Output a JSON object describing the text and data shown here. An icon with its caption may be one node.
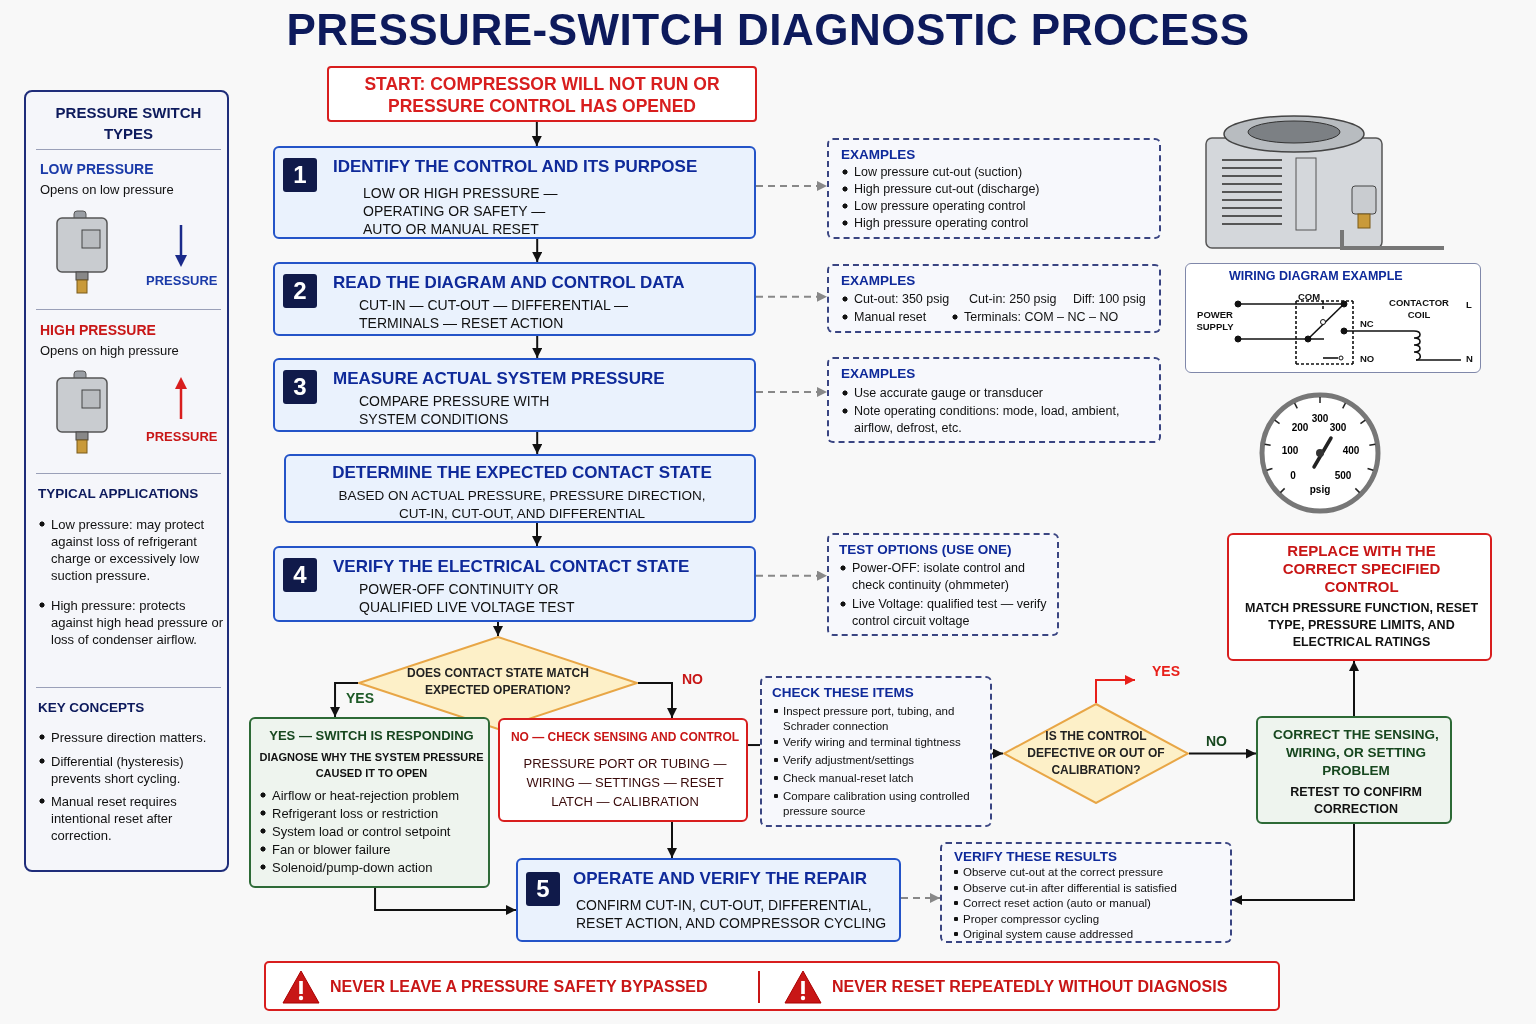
{
  "diagram": {
    "title": "PRESSURE-SWITCH DIAGNOSTIC PROCESS",
    "nodes": [
      {
        "text": [
          "START: COMPRESSOR WILL NOT RUN OR PRESSURE CONTROL HAS OPENED"
        ]
      },
      {
        "text": [
          "1",
          "IDENTIFY THE CONTROL AND ITS PURPOSE",
          "LOW OR HIGH PRESSURE — OPERATING OR SAFETY — AUTO OR MANUAL RESET"
        ]
      },
      {
        "text": [
          "EXAMPLES",
          "Low pressure cut-out (suction)",
          "High pressure cut-out (discharge)",
          "Low pressure operating control",
          "High pressure operating control"
        ]
      },
      {
        "text": [
          "2",
          "READ THE DIAGRAM AND CONTROL DATA",
          "CUT-IN — CUT-OUT — DIFFERENTIAL — TERMINALS — RESET ACTION"
        ]
      },
      {
        "text": [
          "EXAMPLES",
          "Cut-out: 350 psig",
          "Cut-in: 250 psig",
          "Diff: 100 psig",
          "Manual reset",
          "Terminals: COM – NC – NO"
        ]
      },
      {
        "text": [
          "3",
          "MEASURE ACTUAL SYSTEM PRESSURE",
          "COMPARE PRESSURE WITH SYSTEM CONDITIONS"
        ]
      },
      {
        "text": [
          "EXAMPLES",
          "Use accurate gauge or transducer",
          "Note operating conditions: mode, load, ambient, airflow, defrost, etc."
        ]
      },
      {
        "text": [
          "DETERMINE THE EXPECTED CONTACT STATE",
          "BASED ON ACTUAL PRESSURE, PRESSURE DIRECTION, CUT-IN, CUT-OUT, AND DIFFERENTIAL"
        ]
      },
      {
        "text": [
          "4",
          "VERIFY THE ELECTRICAL CONTACT STATE",
          "POWER-OFF CONTINUITY OR QUALIFIED LIVE VOLTAGE TEST"
        ]
      },
      {
        "text": [
          "TEST OPTIONS (USE ONE)",
          "Power-OFF: isolate control and check continuity (ohmmeter)",
          "Live Voltage: qualified test — verify control circuit voltage"
        ]
      },
      {
        "text": [
          "DOES CONTACT STATE MATCH EXPECTED OPERATION?"
        ]
      },
      {
        "text": [
          "YES — SWITCH IS RESPONDING",
          "DIAGNOSE WHY THE SYSTEM PRESSURE CAUSED IT TO OPEN",
          "Airflow or heat-rejection problem",
          "Refrigerant loss or restriction",
          "System load or control setpoint",
          "Fan or blower failure",
          "Solenoid/pump-down action"
        ]
      },
      {
        "text": [
          "NO — CHECK SENSING AND CONTROL",
          "PRESSURE PORT OR TUBING — WIRING — SETTINGS — RESET LATCH — CALIBRATION"
        ]
      },
      {
        "text": [
          "CHECK THESE ITEMS",
          "Inspect pressure port, tubing, and Schrader connection",
          "Verify wiring and terminal tightness",
          "Verify adjustment/settings",
          "Check manual-reset latch",
          "Compare calibration using controlled pressure source"
        ]
      },
      {
        "text": [
          "IS THE CONTROL DEFECTIVE OR OUT OF CALIBRATION?"
        ]
      },
      {
        "text": [
          "REPLACE WITH THE CORRECT SPECIFIED CONTROL",
          "MATCH PRESSURE FUNCTION, RESET TYPE, PRESSURE LIMITS, AND ELECTRICAL RATINGS"
        ]
      },
      {
        "text": [
          "CORRECT THE SENSING, WIRING, OR SETTING PROBLEM",
          "RETEST TO CONFIRM CORRECTION"
        ]
      },
      {
        "text": [
          "5",
          "OPERATE AND VERIFY THE REPAIR",
          "CONFIRM CUT-IN, CUT-OUT, DIFFERENTIAL, RESET ACTION, AND COMPRESSOR CYCLING"
        ]
      },
      {
        "text": [
          "VERIFY THESE RESULTS",
          "Observe cut-out at the correct pressure",
          "Observe cut-in after differential is satisfied",
          "Correct reset action (auto or manual)",
          "Proper compressor cycling",
          "Original system cause addressed"
        ]
      },
      {
        "text": [
          "PRESSURE SWITCH TYPES",
          "LOW PRESSURE",
          "Opens on low pressure",
          "PRESSURE",
          "HIGH PRESSURE",
          "Opens on high pressure",
          "PRESSURE",
          "TYPICAL APPLICATIONS",
          "Low pressure: may protect against loss of refrigerant charge or excessively low suction pressure.",
          "High pressure: protects against high head pressure or loss of condenser airflow.",
          "KEY CONCEPTS",
          "Pressure direction matters.",
          "Differential (hysteresis) prevents short cycling.",
          "Manual reset requires intentional reset after correction."
        ]
      },
      {
        "text": [
          "WIRING DIAGRAM EXAMPLE",
          "COM",
          "POWER SUPPLY",
          "CONTACTOR COIL",
          "L",
          "NC",
          "NO",
          "N"
        ]
      },
      {
        "text": [
          "NEVER LEAVE A PRESSURE SAFETY BYPASSED",
          "NEVER RESET REPEATEDLY WITHOUT DIAGNOSIS"
        ]
      }
    ],
    "edges": [
      {
        "from": 0,
        "to": 1,
        "arrow": "to"
      },
      {
        "from": 1,
        "to": 2,
        "arrow": "to",
        "style": "dashed",
        "color": "#888888"
      },
      {
        "from": 1,
        "to": 3,
        "arrow": "to"
      },
      {
        "from": 3,
        "to": 4,
        "arrow": "to",
        "style": "dashed",
        "color": "#888888"
      },
      {
        "from": 3,
        "to": 5,
        "arrow": "to"
      },
      {
        "from": 5,
        "to": 6,
        "arrow": "to",
        "style": "dashed",
        "color": "#888888"
      },
      {
        "from": 5,
        "to": 7,
        "arrow": "to"
      },
      {
        "from": 7,
        "to": 8,
        "arrow": "to"
      },
      {
        "from": 8,
        "to": 9,
        "arrow": "to",
        "style": "dashed",
        "color": "#888888"
      },
      {
        "from": 8,
        "to": 10,
        "arrow": "to"
      },
      {
        "from": 10,
        "to": 11,
        "arrow": "to",
        "label": "YES"
      },
      {
        "from": 10,
        "to": 12,
        "arrow": "to",
        "label": "NO"
      },
      {
        "from": 12,
        "to": 13,
        "arrow": "none"
      },
      {
        "from": 13,
        "to": 14,
        "arrow": "to"
      },
      {
        "from": 14,
        "to": null,
        "arrow": "to",
        "label": "YES",
        "color": "#e8201a"
      },
      {
        "from": 14,
        "to": 16,
        "arrow": "to",
        "label": "NO"
      },
      {
        "from": 16,
        "to": 15,
        "arrow": "to"
      },
      {
        "from": 11,
        "to": 17,
        "arrow": "to"
      },
      {
        "from": 12,
        "to": 17,
        "arrow": "to"
      },
      {
        "from": 17,
        "to": 18,
        "arrow": "to",
        "style": "dashed",
        "color": "#888888"
      },
      {
        "from": 16,
        "to": 18,
        "arrow": "to"
      }
    ],
    "labels": [
      "300",
      "200",
      "300",
      "100",
      "400",
      "0",
      "500",
      "psig"
    ]
  }
}
